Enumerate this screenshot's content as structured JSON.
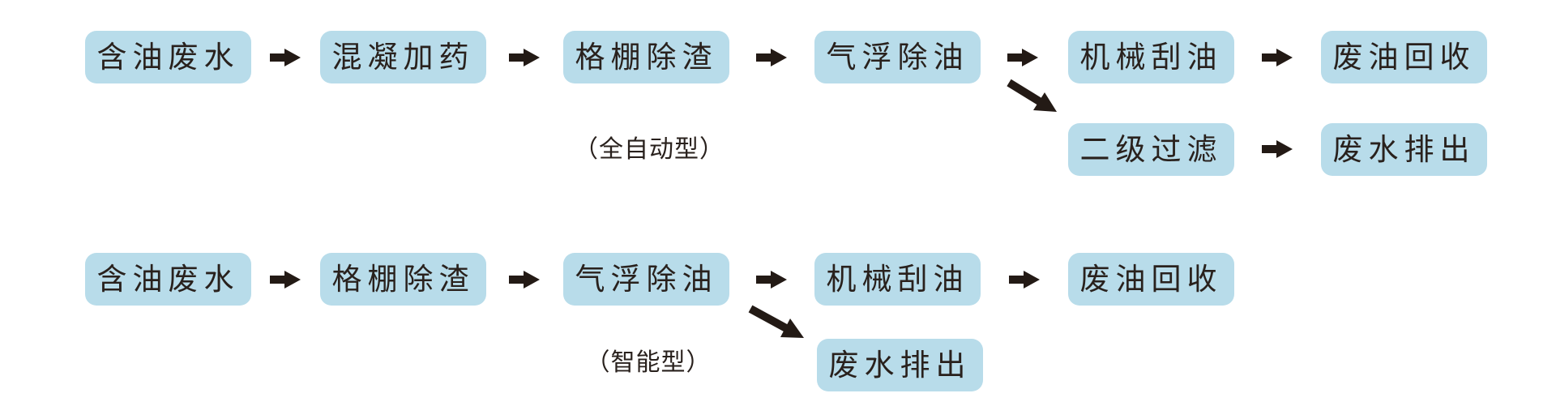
{
  "diagram": {
    "title_semantic": "oily-wastewater-treatment-process-flow",
    "colors": {
      "background": "#ffffff",
      "node_fill": "#b8dcea",
      "text": "#29211d",
      "arrow": "#231a15"
    },
    "flow_auto": {
      "variant_label": "（全自动型）",
      "nodes": {
        "oily_wastewater": "含油废水",
        "coagulation_dosing": "混凝加药",
        "screen_deslagging": "格棚除渣",
        "air_flotation_deoiling": "气浮除油",
        "mechanical_oil_scraping": "机械刮油",
        "waste_oil_recovery": "废油回收",
        "secondary_filtration": "二级过滤",
        "wastewater_discharge": "废水排出"
      }
    },
    "flow_smart": {
      "variant_label": "（智能型）",
      "nodes": {
        "oily_wastewater": "含油废水",
        "screen_deslagging": "格棚除渣",
        "air_flotation_deoiling": "气浮除油",
        "mechanical_oil_scraping": "机械刮油",
        "waste_oil_recovery": "废油回收",
        "wastewater_discharge": "废水排出"
      }
    }
  }
}
